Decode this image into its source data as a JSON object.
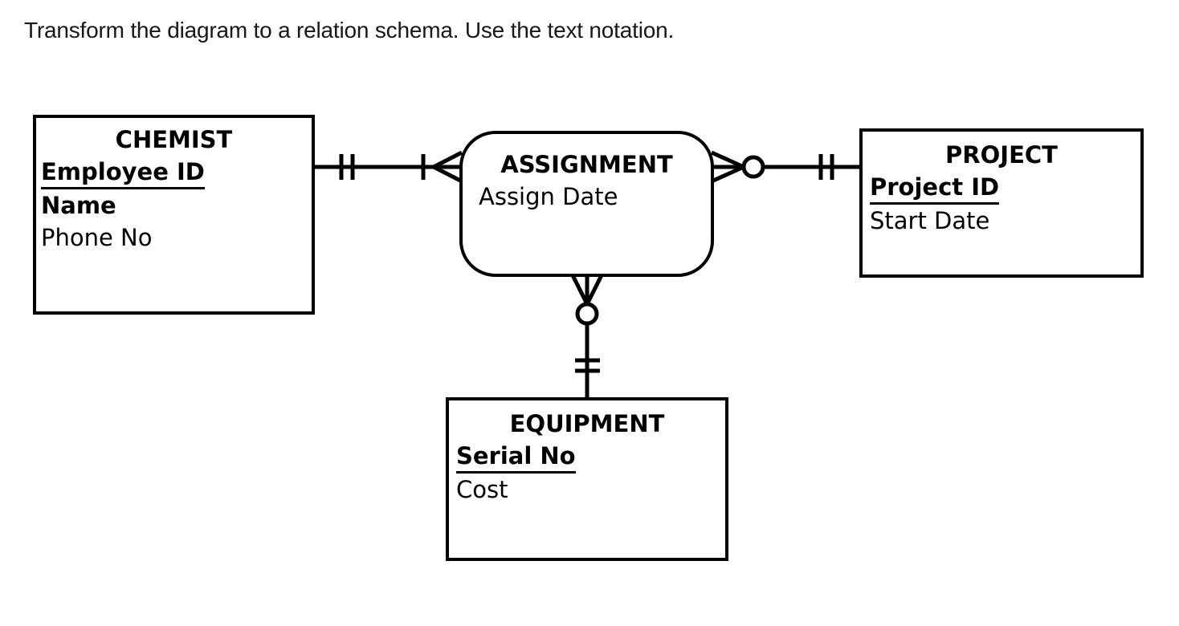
{
  "instruction": "Transform the diagram to a relation schema. Use the text notation.",
  "diagram": {
    "type": "entity-relationship-crows-foot",
    "colors": {
      "line": "#000000",
      "text": "#000000",
      "background": "#ffffff"
    },
    "entities": {
      "chemist": {
        "title": "CHEMIST",
        "shape": "rectangle",
        "attributes": [
          {
            "label": "Employee ID",
            "key": true,
            "bold": true,
            "underlined": true
          },
          {
            "label": "Name",
            "key": false,
            "bold": true,
            "underlined": false
          },
          {
            "label": "Phone No",
            "key": false,
            "bold": false,
            "underlined": false
          }
        ]
      },
      "assignment": {
        "title": "ASSIGNMENT",
        "shape": "rounded-rectangle",
        "attributes": [
          {
            "label": "Assign Date",
            "key": false,
            "bold": false,
            "underlined": false
          }
        ]
      },
      "project": {
        "title": "PROJECT",
        "shape": "rectangle",
        "attributes": [
          {
            "label": "Project ID",
            "key": true,
            "bold": true,
            "underlined": true
          },
          {
            "label": "Start Date",
            "key": false,
            "bold": false,
            "underlined": false
          }
        ]
      },
      "equipment": {
        "title": "EQUIPMENT",
        "shape": "rectangle",
        "attributes": [
          {
            "label": "Serial No",
            "key": true,
            "bold": true,
            "underlined": true
          },
          {
            "label": "Cost",
            "key": false,
            "bold": false,
            "underlined": false
          }
        ]
      }
    },
    "relationships": [
      {
        "between": [
          "CHEMIST",
          "ASSIGNMENT"
        ],
        "symbol_at_chemist": "one-and-only-one",
        "symbol_at_assignment": "one-or-many"
      },
      {
        "between": [
          "ASSIGNMENT",
          "PROJECT"
        ],
        "symbol_at_assignment": "zero-or-many",
        "symbol_at_project": "one-and-only-one"
      },
      {
        "between": [
          "ASSIGNMENT",
          "EQUIPMENT"
        ],
        "symbol_at_assignment": "zero-or-many",
        "symbol_at_equipment": "one-and-only-one"
      }
    ]
  }
}
